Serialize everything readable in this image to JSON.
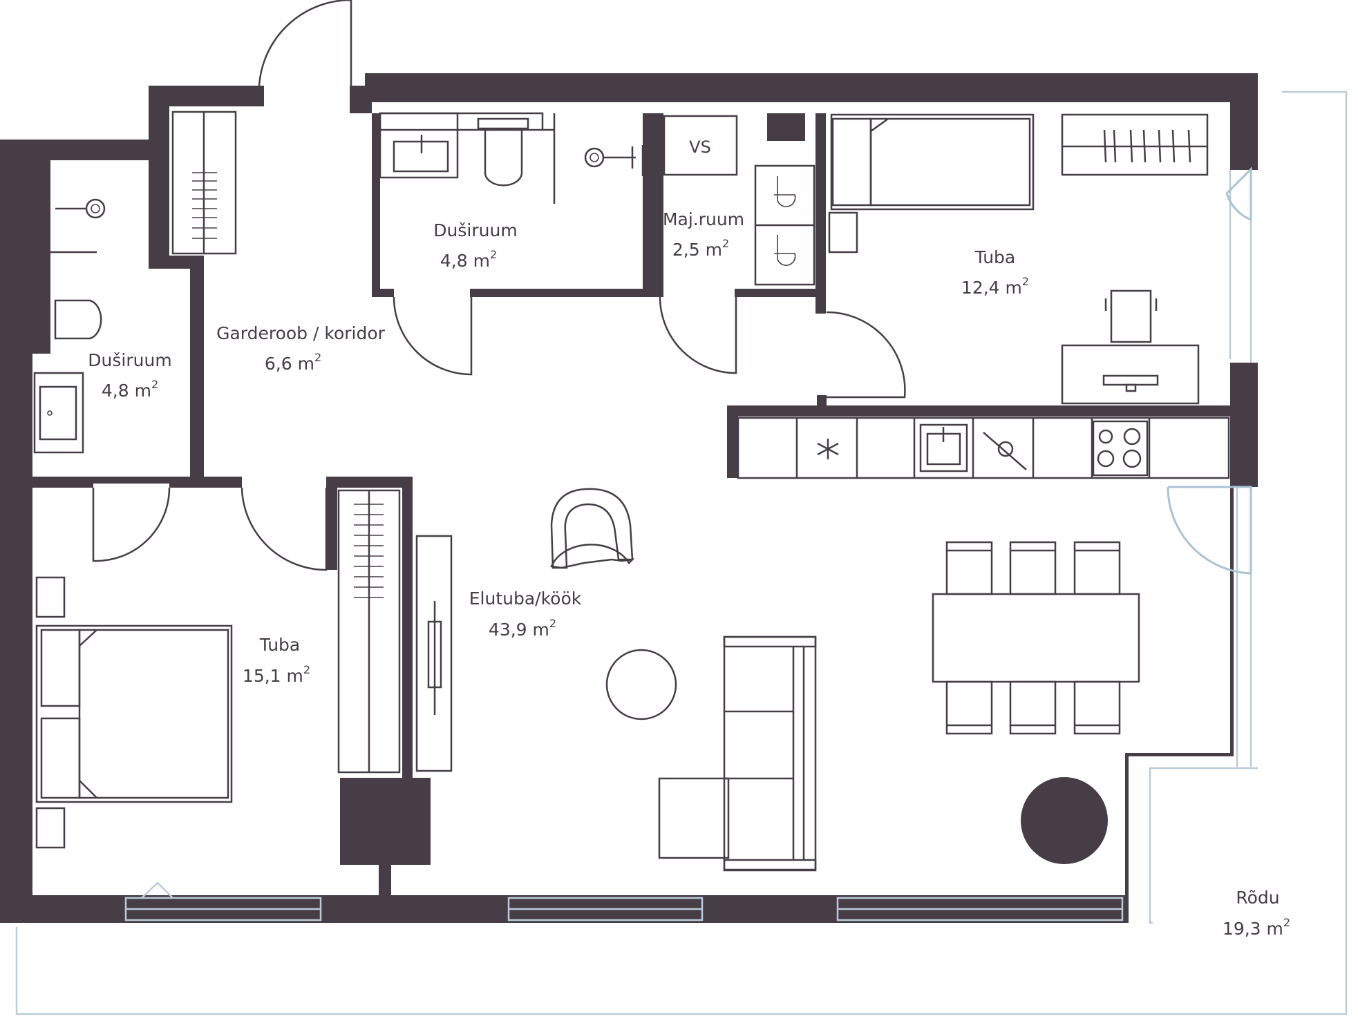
{
  "plan": {
    "colors": {
      "wall": "#463d47",
      "glass": "#b9ccd8",
      "background": "#ffffff"
    },
    "fixture_labels": {
      "toilet_room": "VS"
    },
    "rooms": [
      {
        "id": "dushiruum-top",
        "label": "Duširuum",
        "area": "4,8  m",
        "unit_sup": "2"
      },
      {
        "id": "maj-ruum",
        "label": "Maj.ruum",
        "area": "2,5  m",
        "unit_sup": "2"
      },
      {
        "id": "tuba-top",
        "label": "Tuba",
        "area": "12,4  m",
        "unit_sup": "2"
      },
      {
        "id": "garderoob",
        "label": "Garderoob / koridor",
        "area": "6,6  m",
        "unit_sup": "2"
      },
      {
        "id": "dushiruum-left",
        "label": "Duširuum",
        "area": "4,8  m",
        "unit_sup": "2"
      },
      {
        "id": "elutuba",
        "label": "Elutuba/köök",
        "area": "43,9  m",
        "unit_sup": "2"
      },
      {
        "id": "tuba-left",
        "label": "Tuba",
        "area": "15,1 m",
        "unit_sup": "2"
      },
      {
        "id": "rodu",
        "label": "Rõdu",
        "area": "19,3  m",
        "unit_sup": "2"
      }
    ]
  }
}
